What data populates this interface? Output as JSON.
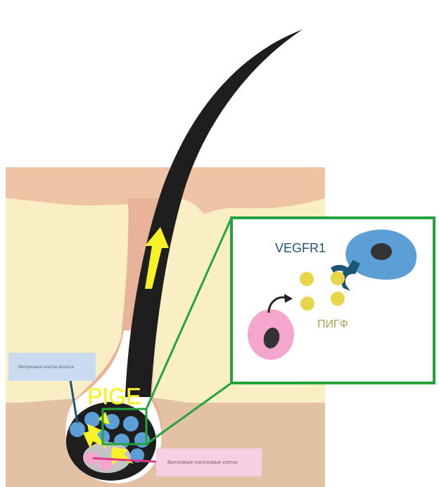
{
  "labels": {
    "vegfr1": "VEGFR1",
    "pigf": "ПИГФ",
    "pige": "PIGE",
    "matrix_cells": "Матричные клетки волоса",
    "papilla_cells": "Волосяные сосочковые клетки"
  },
  "colors": {
    "skin_top": "#efc4a6",
    "dermis": "#faeec4",
    "hypodermis": "#e2c1a5",
    "hair": "#1e1e1e",
    "inset_border": "#23a33f",
    "receptor_cell": "#5b9fd6",
    "nucleus": "#333333",
    "receptor": "#1d5575",
    "ligand": "#e8d64a",
    "pink_cell": "#f4a6cf",
    "arrow": "#f7f227",
    "vegfr1_text": "#1d5575",
    "pigf_text": "#b0a050"
  },
  "icons": [
    "upward-arrow-icon",
    "curved-arrow-icon"
  ]
}
